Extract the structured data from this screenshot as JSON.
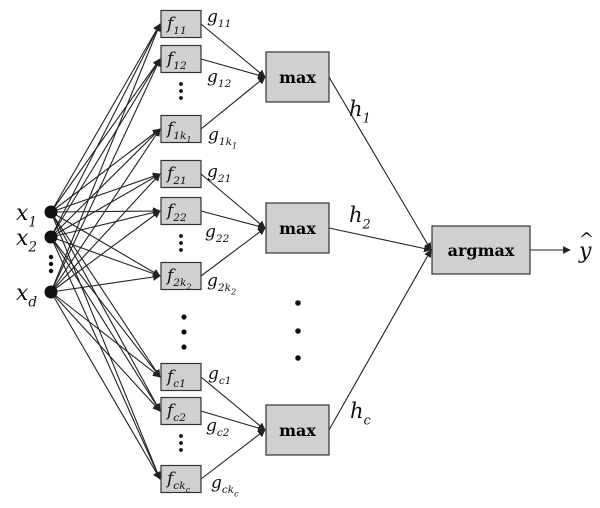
{
  "inputs": [
    {
      "var": "x",
      "sub": "1"
    },
    {
      "var": "x",
      "sub": "2"
    },
    {
      "var": "x",
      "sub": "d"
    }
  ],
  "groups": [
    {
      "f": [
        {
          "var": "f",
          "sub": "11"
        },
        {
          "var": "f",
          "sub": "12"
        },
        {
          "var": "f",
          "sub": "1k",
          "subsub": "1"
        }
      ],
      "g": [
        {
          "var": "g",
          "sub": "11"
        },
        {
          "var": "g",
          "sub": "12"
        },
        {
          "var": "g",
          "sub": "1k",
          "subsub": "1"
        }
      ],
      "max_label": "max",
      "h": {
        "var": "h",
        "sub": "1"
      }
    },
    {
      "f": [
        {
          "var": "f",
          "sub": "21"
        },
        {
          "var": "f",
          "sub": "22"
        },
        {
          "var": "f",
          "sub": "2k",
          "subsub": "2"
        }
      ],
      "g": [
        {
          "var": "g",
          "sub": "21"
        },
        {
          "var": "g",
          "sub": "22"
        },
        {
          "var": "g",
          "sub": "2k",
          "subsub": "2"
        }
      ],
      "max_label": "max",
      "h": {
        "var": "h",
        "sub": "2"
      }
    },
    {
      "f": [
        {
          "var": "f",
          "sub": "c1"
        },
        {
          "var": "f",
          "sub": "c2"
        },
        {
          "var": "f",
          "sub": "ck",
          "subsub": "c"
        }
      ],
      "g": [
        {
          "var": "g",
          "sub": "c1"
        },
        {
          "var": "g",
          "sub": "c2"
        },
        {
          "var": "g",
          "sub": "ck",
          "subsub": "c"
        }
      ],
      "max_label": "max",
      "h": {
        "var": "h",
        "sub": "c"
      }
    }
  ],
  "argmax_label": "argmax",
  "output": {
    "var": "y",
    "accent": "^"
  }
}
